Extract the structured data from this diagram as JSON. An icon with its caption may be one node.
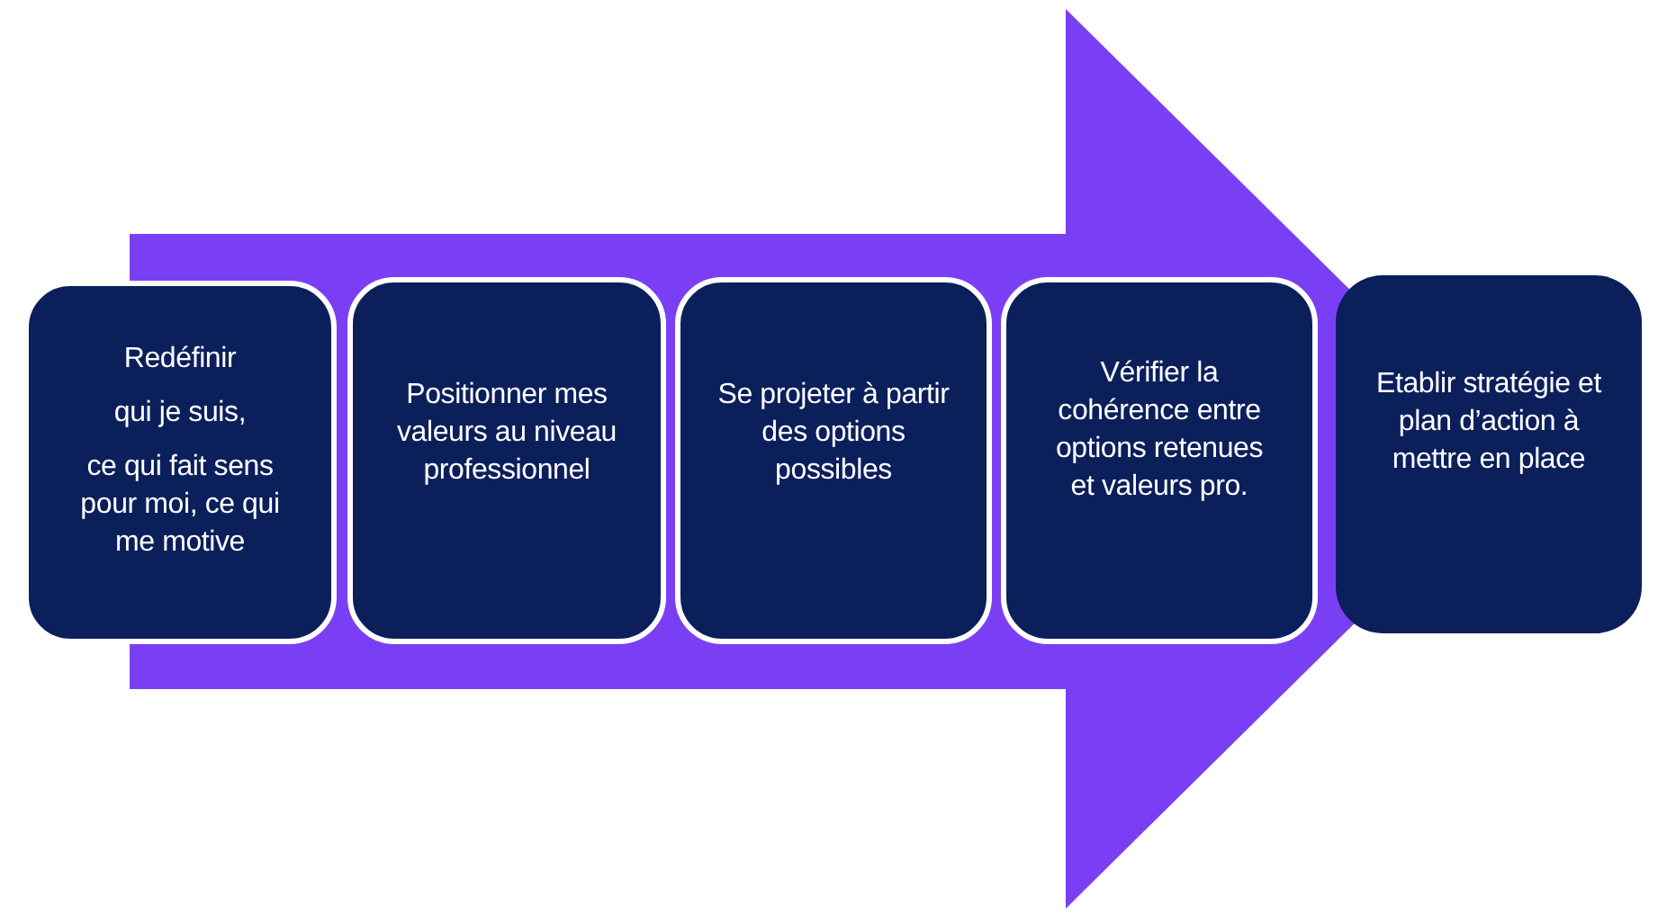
{
  "diagram": {
    "nodes": [
      {
        "text": [
          "Redéfinir",
          "qui je suis,",
          "ce qui fait sens pour moi, ce qui me motive"
        ]
      },
      {
        "text": [
          "Positionner mes valeurs au niveau professionnel"
        ]
      },
      {
        "text": [
          "Se projeter à partir des options possibles"
        ]
      },
      {
        "text": [
          "Vérifier la cohérence entre options retenues et valeurs pro."
        ]
      },
      {
        "text": [
          "Etablir stratégie et plan d’action à mettre en place"
        ]
      }
    ],
    "edges": [
      {
        "from": 0,
        "to": 4,
        "arrow": "to"
      }
    ]
  }
}
